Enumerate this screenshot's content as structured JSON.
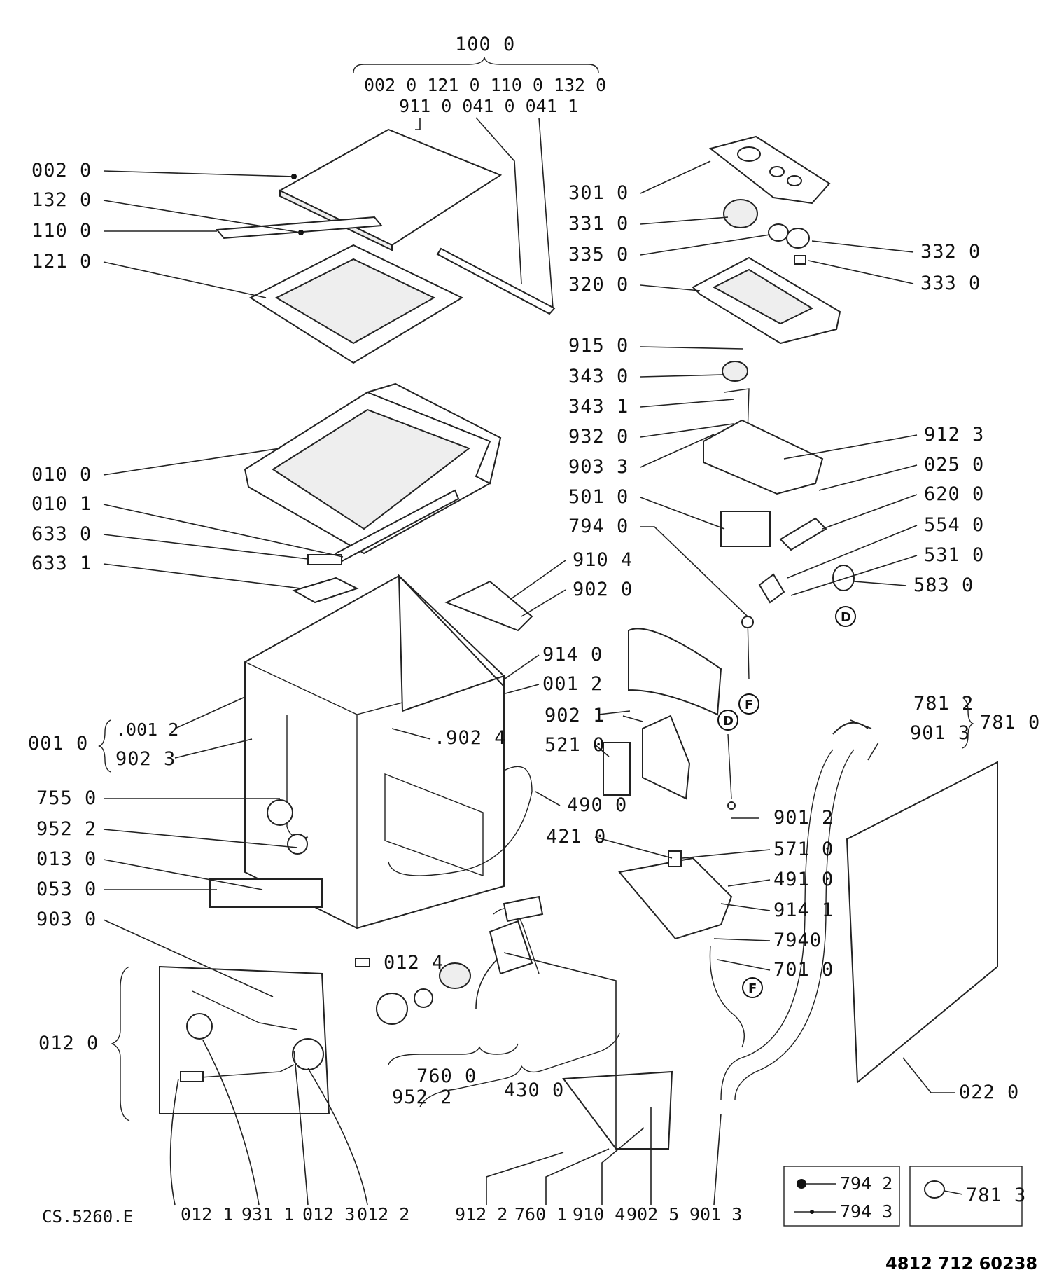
{
  "header": {
    "group_label": "100 0",
    "group_row1": "002 0   121 0   110 0   132 0",
    "group_row2": "911 0   041 0   041 1"
  },
  "labels": {
    "l002_0": "002 0",
    "l132_0": "132 0",
    "l110_0": "110 0",
    "l121_0": "121 0",
    "l010_0": "010 0",
    "l010_1": "010 1",
    "l633_0": "633 0",
    "l633_1": "633 1",
    "l001_0": "001 0",
    "l001_2a": ".001 2",
    "l902_3": "902 3",
    "l755_0": "755 0",
    "l952_2a": "952 2",
    "l013_0": "013 0",
    "l053_0": "053 0",
    "l903_0": "903 0",
    "l012_0": "012 0",
    "l012_1": "012 1",
    "l931_1": "931 1",
    "l012_3": "012 3",
    "l012_2": "012 2",
    "l301_0": "301 0",
    "l331_0": "331 0",
    "l335_0": "335 0",
    "l320_0": "320 0",
    "l332_0": "332 0",
    "l333_0": "333 0",
    "l915_0": "915 0",
    "l343_0": "343 0",
    "l343_1": "343 1",
    "l932_0": "932 0",
    "l903_3": "903 3",
    "l501_0": "501 0",
    "l794_0": "794 0",
    "l912_3": "912 3",
    "l025_0": "025 0",
    "l620_0": "620 0",
    "l554_0": "554 0",
    "l531_0": "531 0",
    "l583_0": "583 0",
    "l910_4a": "910 4",
    "l902_0": "902 0",
    "l914_0": "914 0",
    "l001_2b": "001 2",
    "l902_1": "902 1",
    "l521_0": "521 0",
    "l902_4": ".902 4",
    "l781_2": "781 2",
    "l901_3a": "901 3",
    "l781_0": "781 0",
    "l490_0": "490 0",
    "l421_0": "421 0",
    "l901_2": "901 2",
    "l571_0": "571 0",
    "l491_0": "491 0",
    "l914_1": "914 1",
    "l794_b": "7940",
    "l701_0": "701 0",
    "l012_4": "012 4",
    "l760_0": "760 0",
    "l952_2b": "952 2",
    "l430_0": "430 0",
    "l022_0": "022 0",
    "l912_2": "912 2",
    "l760_1": "760 1",
    "l910_4b": "910 4",
    "l902_5": "902 5",
    "l901_3b": "901 3",
    "l794_2": "794 2",
    "l794_3": "794 3",
    "l781_3": "781 3"
  },
  "connectors": {
    "d": "D",
    "f": "F"
  },
  "footer": {
    "ref": "CS.5260.E",
    "code": "4812 712 60238"
  }
}
